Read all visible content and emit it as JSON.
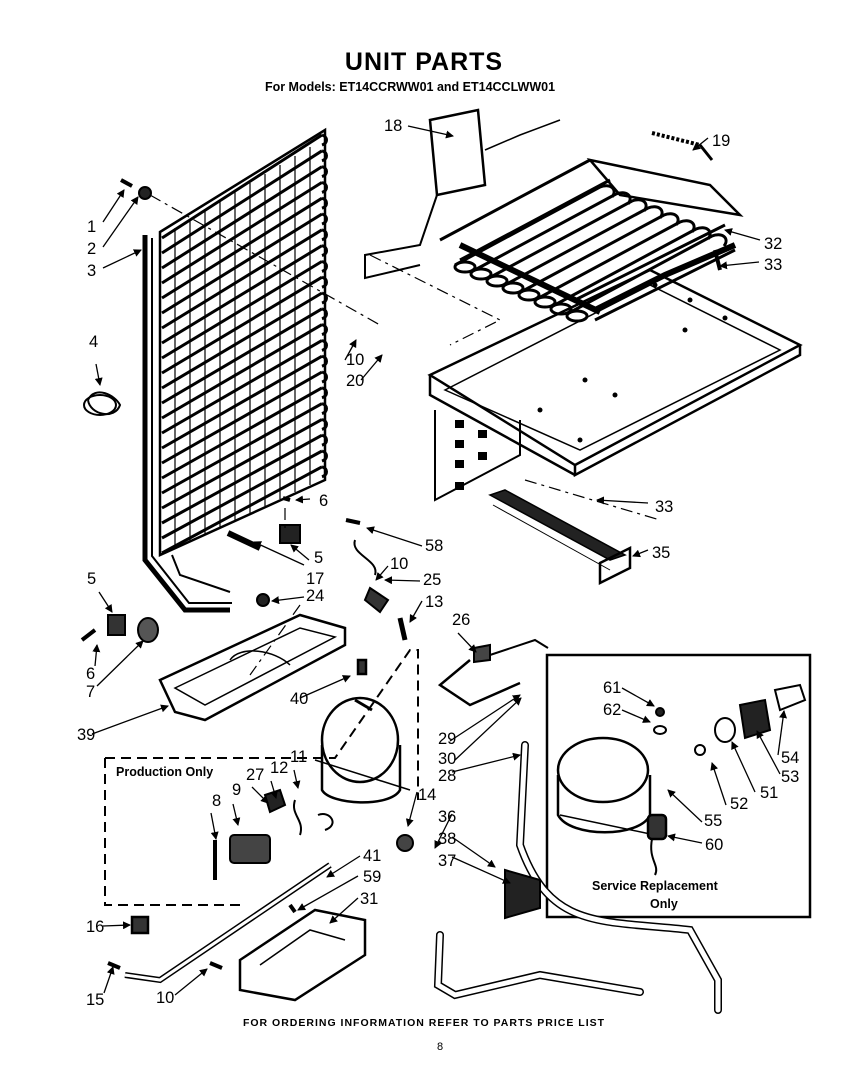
{
  "title": "UNIT PARTS",
  "subtitle": "For Models: ET14CCRWW01 and ET14CCLWW01",
  "footer": "FOR ORDERING INFORMATION REFER TO PARTS PRICE LIST",
  "page_number": "8",
  "boxes": {
    "production": "Production Only",
    "service_line1": "Service Replacement",
    "service_line2": "Only"
  },
  "callouts": [
    "1",
    "2",
    "3",
    "4",
    "5",
    "5",
    "6",
    "6",
    "7",
    "8",
    "9",
    "10",
    "10",
    "10",
    "11",
    "12",
    "13",
    "14",
    "15",
    "16",
    "17",
    "18",
    "19",
    "20",
    "24",
    "25",
    "26",
    "27",
    "28",
    "29",
    "30",
    "31",
    "32",
    "33",
    "33",
    "35",
    "36",
    "37",
    "38",
    "39",
    "40",
    "41",
    "51",
    "52",
    "53",
    "54",
    "55",
    "58",
    "59",
    "60",
    "61",
    "62"
  ]
}
